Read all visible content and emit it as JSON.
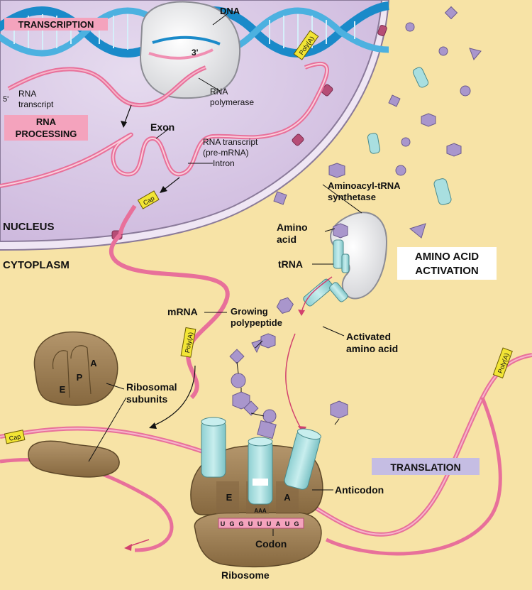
{
  "labels": {
    "dna": "DNA",
    "three_prime": "3'",
    "five_prime": "5'",
    "rna_transcript": [
      "RNA",
      "transcript"
    ],
    "rna_polymerase": [
      "RNA",
      "polymerase"
    ],
    "exon": "Exon",
    "pre_mrna": [
      "RNA transcript",
      "(pre-mRNA)"
    ],
    "intron": "Intron",
    "nucleus": "NUCLEUS",
    "cytoplasm": "CYTOPLASM",
    "synthetase": [
      "Aminoacyl-tRNA",
      "synthetase"
    ],
    "amino_acid": [
      "Amino",
      "acid"
    ],
    "trna": "tRNA",
    "mrna": "mRNA",
    "growing_polypeptide": [
      "Growing",
      "polypeptide"
    ],
    "activated_amino_acid": [
      "Activated",
      "amino acid"
    ],
    "ribosomal_subunits": [
      "Ribosomal",
      "subunits"
    ],
    "site_e": "E",
    "site_p": "P",
    "site_a": "A",
    "anticodon": "Anticodon",
    "codon": "Codon",
    "ribosome": "Ribosome",
    "cap": "Cap",
    "poly_a": "Poly(A)",
    "anticodon_bases": "AAA",
    "codon_bases": [
      "U",
      "G",
      "G",
      "U",
      "U",
      "U",
      "A",
      "U",
      "G"
    ]
  },
  "stage_labels": {
    "transcription": "TRANSCRIPTION",
    "rna_processing": [
      "RNA",
      "PROCESSING"
    ],
    "amino_acid_activation": [
      "AMINO ACID",
      "ACTIVATION"
    ],
    "translation": "TRANSLATION"
  },
  "colors": {
    "background": "#f7e3a6",
    "nucleus": "#d9c8e6",
    "mrna": "#e8709a",
    "ribosome": "#9e8058",
    "trna": "#a9dfe0",
    "amino_acid": "#a996cc",
    "label_pink": "#f4a3bd",
    "label_lavender": "#c5bde3",
    "cap_yellow": "#f2e535"
  }
}
